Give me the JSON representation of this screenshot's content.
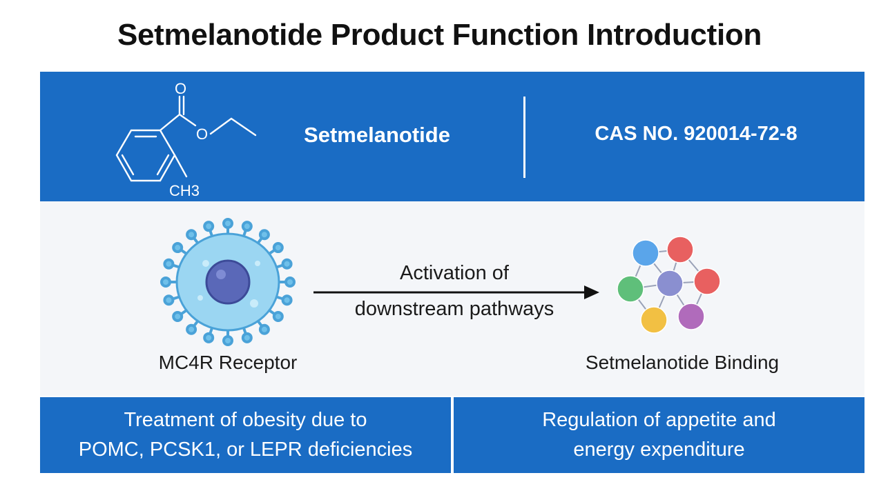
{
  "title": "Setmelanotide Product Function Introduction",
  "header": {
    "structure_substituent": "CH3",
    "structure_oxygen_top": "O",
    "structure_oxygen_ester": "O",
    "compound_name": "Setmelanotide",
    "cas": "CAS NO. 920014-72-8"
  },
  "diagram": {
    "receptor_label": "MC4R Receptor",
    "arrow_label_line1": "Activation of",
    "arrow_label_line2": "downstream pathways",
    "binding_label": "Setmelanotide Binding",
    "cluster_colors": [
      "#5aa5ea",
      "#e86060",
      "#5fbf7a",
      "#8a8fd0",
      "#e86060",
      "#f2c043",
      "#b06bbb"
    ]
  },
  "footer": {
    "left_line1": "Treatment of obesity due to",
    "left_line2": "POMC, PCSK1, or LEPR deficiencies",
    "right_line1": "Regulation of appetite and",
    "right_line2": "energy expenditure"
  },
  "colors": {
    "accent": "#1a6cc4",
    "cell_body": "#8fd0f0",
    "nucleus": "#5a68b8"
  }
}
